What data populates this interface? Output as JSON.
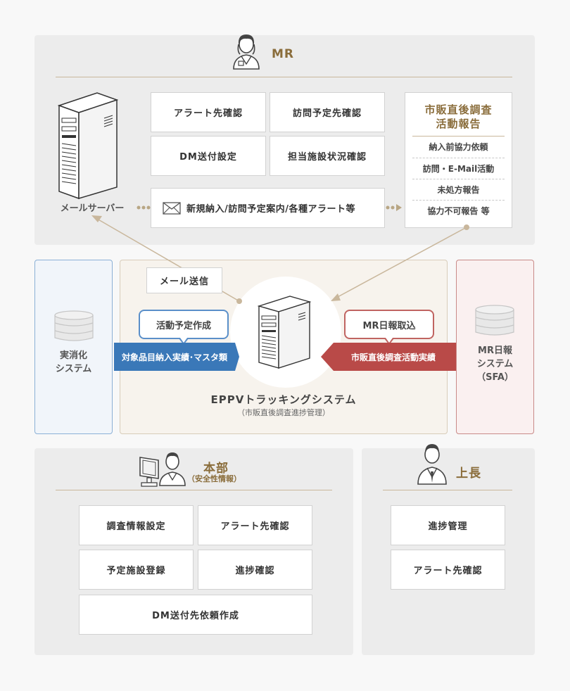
{
  "mr": {
    "title": "MR",
    "tasks": [
      "アラート先確認",
      "訪問予定先確認",
      "DM送付設定",
      "担当施設状況確認"
    ],
    "mail_server": "メールサーバー",
    "notice": "新規納入/訪問予定案内/各種アラート等",
    "survey": {
      "title_line1": "市販直後調査",
      "title_line2": "活動報告",
      "items": [
        "納入前協力依頼",
        "訪問・E-Mail活動",
        "未処方報告",
        "協力不可報告 等"
      ]
    }
  },
  "center": {
    "mail_send": "メール送信",
    "activity_plan": "活動予定作成",
    "daily_import": "MR日報取込",
    "left_flow": "対象品目納入実績･マスタ類",
    "right_flow": "市販直後調査活動実績",
    "system_name": "EPPVトラッキングシステム",
    "system_sub": "（市販直後調査進捗管理）"
  },
  "left_system": {
    "line1": "実消化",
    "line2": "システム"
  },
  "right_system": {
    "line1": "MR日報",
    "line2": "システム",
    "line3": "（SFA）"
  },
  "hq": {
    "title": "本部",
    "subtitle": "（安全性情報）",
    "tasks": [
      "調査情報設定",
      "アラート先確認",
      "予定施設登録",
      "進捗確認",
      "DM送付先依頼作成"
    ]
  },
  "boss": {
    "title": "上長",
    "tasks": [
      "進捗管理",
      "アラート先確認"
    ]
  },
  "colors": {
    "accent": "#8a6d3b",
    "blue": "#3a78b8",
    "red": "#b94a48",
    "divider": "#c9b79c",
    "panel": "#ececec"
  }
}
